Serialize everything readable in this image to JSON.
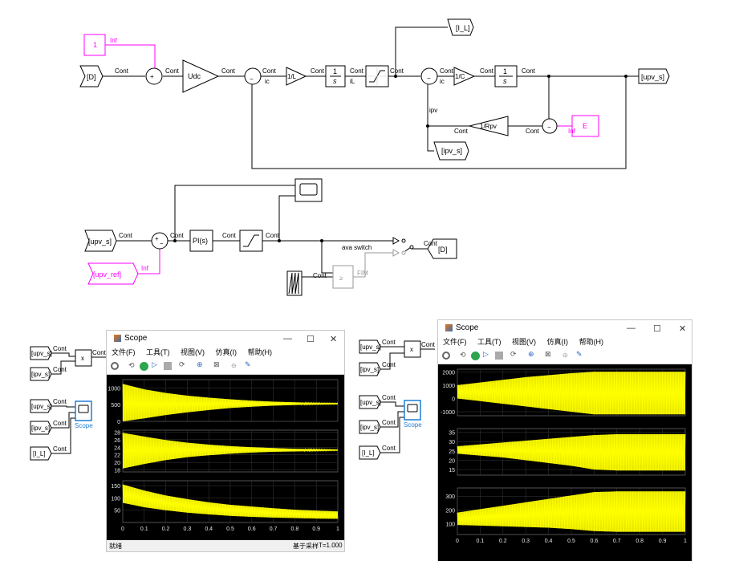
{
  "colors": {
    "block_border": "#000000",
    "constant_color": "#ff00ff",
    "disabled_color": "#9a9a9a",
    "signal_color": "#ffff00",
    "scope_bg": "#000000",
    "scope_highlight": "#1e7fd6"
  },
  "diagram": {
    "from_D": "[D]",
    "const_1": "1",
    "udc": "Udc",
    "gain_1L": "1/L",
    "int_num": "1",
    "int_den": "s",
    "goto_IL": "[I_L]",
    "gain_1C": "1/C",
    "goto_upv": "[upv_s]",
    "gain_1Rpv": "1/Rpv",
    "const_E": "E",
    "goto_ipv": "[ipv_s]",
    "from_upv": "[upv_s]",
    "from_upv_ref": "[upv_ref]",
    "pi": "PI(s)",
    "goto_D": "[D]",
    "switch_label": "ava switch",
    "relop": "≥",
    "fim": "FIM",
    "sig_cont": "Cont",
    "sig_inf": "Inf",
    "sig_ic": "ic",
    "sig_iL": "iL",
    "sig_ipv": "ipv",
    "sum_plus": "+",
    "sum_minus": "−"
  },
  "left_panel": {
    "from_upv": "[upv_s]",
    "from_ipv": "[ipv_s]",
    "from_upv2": "[upv_s]",
    "from_ipv2": "[ipv_s]",
    "from_IL": "[I_L]",
    "product": "x",
    "scope_label": "Scope",
    "sig_cont": "Cont",
    "window": {
      "title": "Scope",
      "menu": [
        "文件(F)",
        "工具(T)",
        "视图(V)",
        "仿真(I)",
        "帮助(H)"
      ],
      "status_left": "就绪",
      "status_right1": "基于采样",
      "status_right2": "T=1.000",
      "xticks": [
        "0",
        "0.1",
        "0.2",
        "0.3",
        "0.4",
        "0.5",
        "0.6",
        "0.7",
        "0.8",
        "0.9",
        "1"
      ],
      "p1_yticks": [
        "1000",
        "500",
        "0"
      ],
      "p2_yticks": [
        "28",
        "26",
        "24",
        "22",
        "20",
        "18"
      ],
      "p3_yticks": [
        "150",
        "100",
        "50"
      ]
    }
  },
  "right_panel": {
    "from_upv": "[upv_s]",
    "from_ipv": "[ipv_s]",
    "from_upv2": "[upv_s]",
    "from_ipv2": "[ipv_s]",
    "from_IL": "[I_L]",
    "product": "x",
    "scope_label": "Scope",
    "sig_cont": "Cont",
    "window": {
      "title": "Scope",
      "menu": [
        "文件(F)",
        "工具(T)",
        "视图(V)",
        "仿真(I)",
        "帮助(H)"
      ],
      "xticks": [
        "0",
        "0.1",
        "0.2",
        "0.3",
        "0.4",
        "0.5",
        "0.6",
        "0.7",
        "0.8",
        "0.9",
        "1"
      ],
      "p1_yticks": [
        "2000",
        "1000",
        "0",
        "-1000"
      ],
      "p2_yticks": [
        "35",
        "30",
        "25",
        "20",
        "15"
      ],
      "p3_yticks": [
        "300",
        "200",
        "100"
      ]
    }
  },
  "chart_data": [
    {
      "type": "area",
      "title": "",
      "xlabel": "",
      "ylabel": "",
      "xlim": [
        0,
        1
      ],
      "series": [
        {
          "name": "",
          "ylim": [
            0,
            1250
          ],
          "x": [
            0,
            0.1,
            0.2,
            0.3,
            0.4,
            0.5,
            0.6,
            0.7,
            0.8,
            0.9,
            1
          ],
          "upper": [
            1120,
            960,
            850,
            770,
            710,
            660,
            620,
            590,
            570,
            555,
            550
          ],
          "lower": [
            0,
            90,
            190,
            270,
            340,
            400,
            440,
            470,
            490,
            505,
            515
          ]
        },
        {
          "name": "",
          "ylim": [
            17.5,
            28.5
          ],
          "x": [
            0,
            0.1,
            0.2,
            0.3,
            0.4,
            0.5,
            0.6,
            0.7,
            0.8,
            0.9,
            1
          ],
          "upper": [
            27.8,
            26.8,
            25.9,
            25.2,
            24.7,
            24.3,
            24.0,
            23.8,
            23.6,
            23.5,
            23.4
          ],
          "lower": [
            18.4,
            19.6,
            20.6,
            21.4,
            21.9,
            22.3,
            22.6,
            22.8,
            22.9,
            23.0,
            23.1
          ]
        },
        {
          "name": "",
          "ylim": [
            0,
            170
          ],
          "x": [
            0,
            0.1,
            0.2,
            0.3,
            0.4,
            0.5,
            0.6,
            0.7,
            0.8,
            0.9,
            1
          ],
          "upper": [
            155,
            130,
            110,
            95,
            82,
            72,
            65,
            58,
            52,
            48,
            45
          ],
          "lower": [
            80,
            62,
            50,
            40,
            33,
            27,
            23,
            20,
            18,
            16,
            15
          ]
        }
      ]
    },
    {
      "type": "area",
      "title": "",
      "xlabel": "",
      "ylabel": "",
      "xlim": [
        0,
        1
      ],
      "series": [
        {
          "name": "",
          "ylim": [
            -1300,
            2200
          ],
          "x": [
            0,
            0.1,
            0.2,
            0.3,
            0.4,
            0.5,
            0.6,
            0.7,
            0.8,
            0.9,
            1
          ],
          "upper": [
            1000,
            1200,
            1400,
            1600,
            1750,
            1900,
            2000,
            2000,
            2000,
            2000,
            2000
          ],
          "lower": [
            0,
            -200,
            -400,
            -600,
            -800,
            -1000,
            -1200,
            -1200,
            -1200,
            -1200,
            -1200
          ]
        },
        {
          "name": "",
          "ylim": [
            12,
            37
          ],
          "x": [
            0,
            0.1,
            0.2,
            0.3,
            0.4,
            0.5,
            0.6,
            0.7,
            0.8,
            0.9,
            1
          ],
          "upper": [
            27.5,
            28.5,
            29.5,
            30.5,
            31.5,
            32.5,
            33.5,
            34,
            34,
            34,
            34
          ],
          "lower": [
            23.5,
            22.5,
            21.5,
            20,
            18.5,
            17,
            15,
            14.5,
            14.5,
            14.5,
            14.5
          ]
        },
        {
          "name": "",
          "ylim": [
            20,
            360
          ],
          "x": [
            0,
            0.1,
            0.2,
            0.3,
            0.4,
            0.5,
            0.6,
            0.7,
            0.8,
            0.9,
            1
          ],
          "upper": [
            180,
            205,
            230,
            255,
            280,
            305,
            330,
            335,
            335,
            335,
            335
          ],
          "lower": [
            90,
            85,
            80,
            75,
            70,
            60,
            45,
            40,
            40,
            40,
            40
          ]
        }
      ]
    }
  ]
}
